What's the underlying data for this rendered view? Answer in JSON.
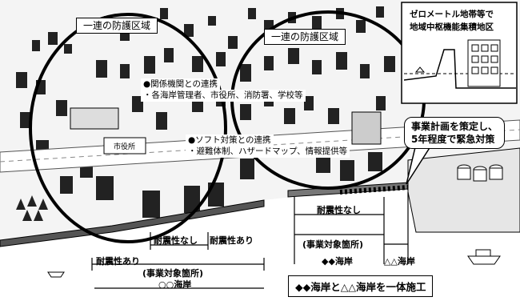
{
  "zones": {
    "left_label": "一連の防護区域",
    "right_label": "一連の防護区域"
  },
  "inset": {
    "line1": "ゼロメートル地帯等で",
    "line2": "地域中枢機能集積地区"
  },
  "notes": {
    "relations_title": "●関係機関との連携",
    "relations_detail": "・各海岸管理者、市役所、消防署、学校等",
    "soft_title": "●ソフト対策との連携",
    "soft_detail": "・避難体制、ハザードマップ、情報提供等"
  },
  "callout": {
    "line1": "事業計画を策定し、",
    "line2": "5年程度で緊急対策"
  },
  "building": {
    "city_hall": "市役所"
  },
  "left_coast": {
    "seg1": "耐震性あり",
    "seg2": "耐震性なし",
    "seg3": "耐震性あり",
    "target": "(事業対象箇所)",
    "name": "○○海岸"
  },
  "right_coast": {
    "seismic": "耐震性なし",
    "target": "(事業対象箇所)",
    "name": "◆◆海岸",
    "other_name": "△△海岸"
  },
  "banner": "◆◆海岸と△△海岸を一体施工"
}
